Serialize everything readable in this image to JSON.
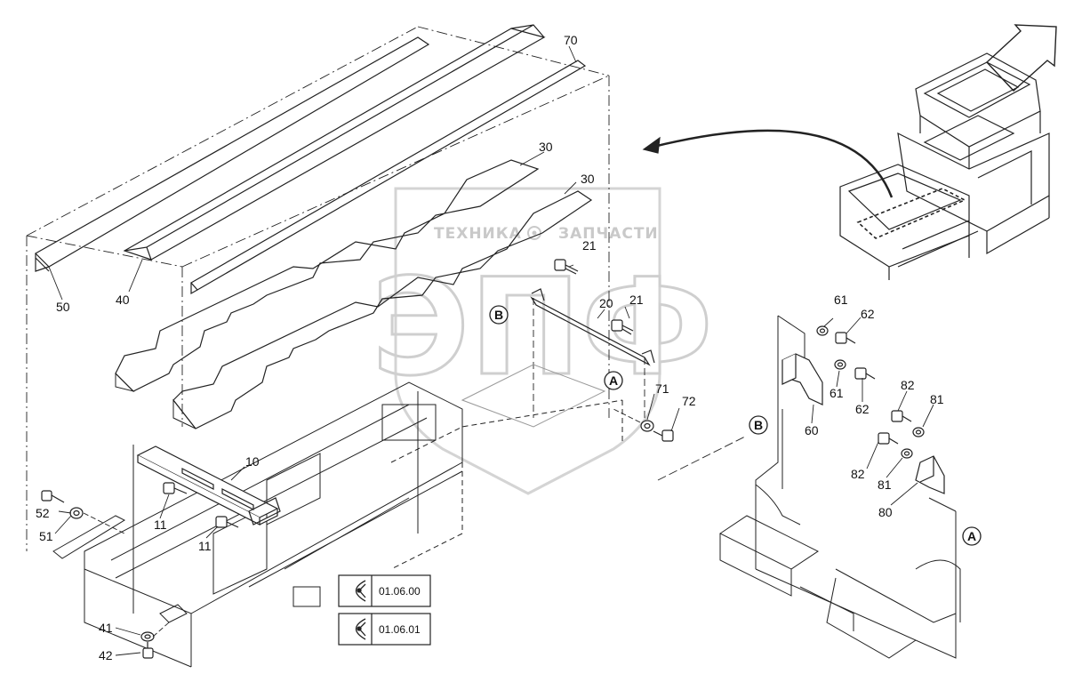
{
  "watermark": {
    "top_left": "ТЕХНИКА",
    "top_right": "ЗАПЧАСТИ",
    "big": "ЭПФ"
  },
  "callouts": {
    "c50": "50",
    "c40": "40",
    "c70": "70",
    "c30a": "30",
    "c30b": "30",
    "c21a": "21",
    "c20": "20",
    "c21b": "21",
    "c71": "71",
    "c72": "72",
    "c10": "10",
    "c11a": "11",
    "c11b": "11",
    "c52": "52",
    "c51": "51",
    "c41": "41",
    "c42": "42",
    "c61a": "61",
    "c62a": "62",
    "c61b": "61",
    "c62b": "62",
    "c60": "60",
    "c82a": "82",
    "c81a": "81",
    "c82b": "82",
    "c81b": "81",
    "c80": "80"
  },
  "circle_markers": {
    "b_left": "B",
    "a_mid": "A",
    "b_right": "B",
    "a_right": "A"
  },
  "view_references": {
    "ref1": "01.06.00",
    "ref2": "01.06.01"
  }
}
